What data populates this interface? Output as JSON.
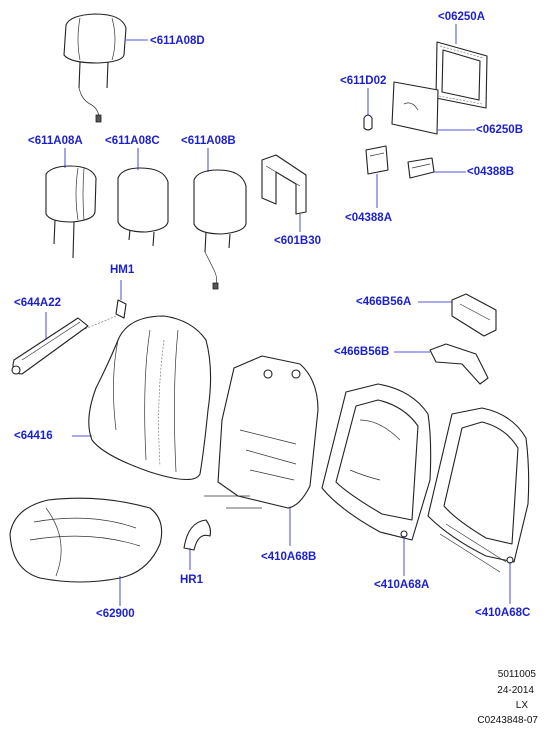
{
  "labels": {
    "l_611A08D": "<611A08D",
    "l_06250A": "<06250A",
    "l_611D02": "<611D02",
    "l_06250B": "<06250B",
    "l_611A08A": "<611A08A",
    "l_611A08C": "<611A08C",
    "l_611A08B": "<611A08B",
    "l_04388B": "<04388B",
    "l_04388A": "<04388A",
    "l_601B30": "<601B30",
    "l_HM1": "HM1",
    "l_644A22": "<644A22",
    "l_466B56A": "<466B56A",
    "l_466B56B": "<466B56B",
    "l_64416": "<64416",
    "l_410A68B": "<410A68B",
    "l_410A68A": "<410A68A",
    "l_410A68C": "<410A68C",
    "l_HR1": "HR1",
    "l_62900": "<62900"
  },
  "footer": {
    "code": "5011005",
    "date": "24-2014",
    "model": "LX",
    "ref": "C0243848-07"
  },
  "colors": {
    "label": "#1a1fd1",
    "line": "#222222",
    "background": "#ffffff"
  }
}
